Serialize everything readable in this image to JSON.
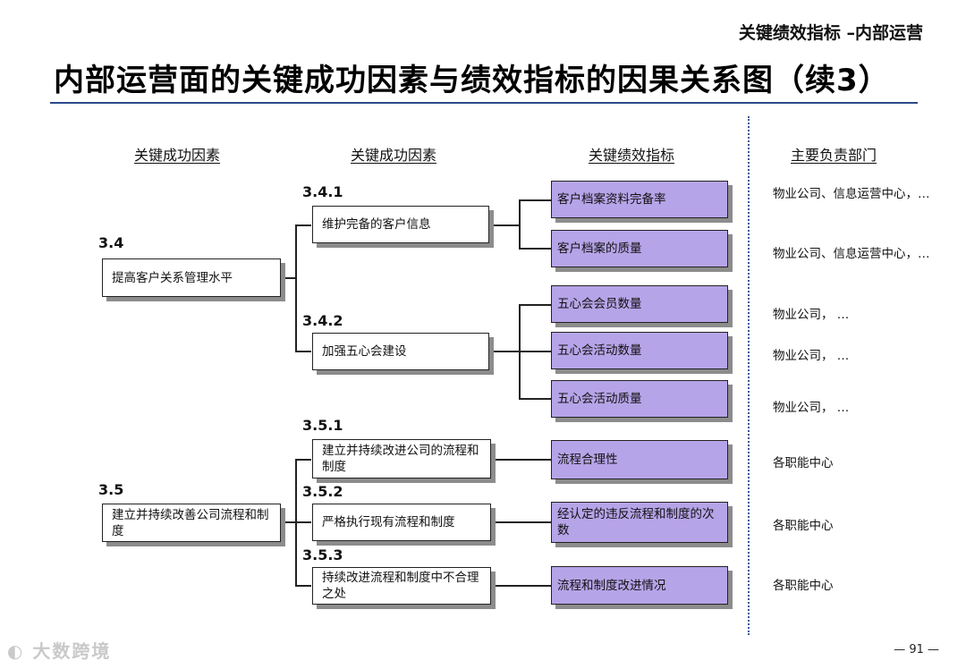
{
  "header": {
    "section_label": "关键绩效指标 –内部运营",
    "title": "内部运营面的关键成功因素与绩效指标的因果关系图（续3）"
  },
  "columns": {
    "col1": "关键成功因素",
    "col2": "关键成功因素",
    "col3": "关键绩效指标",
    "col4": "主要负责部门"
  },
  "factors": [
    {
      "num": "3.4",
      "label": "提高客户关系管理水平"
    },
    {
      "num": "3.5",
      "label": "建立并持续改善公司流程和制度"
    }
  ],
  "subfactors": [
    {
      "num": "3.4.1",
      "label": "维护完备的客户信息"
    },
    {
      "num": "3.4.2",
      "label": "加强五心会建设"
    },
    {
      "num": "3.5.1",
      "label": "建立并持续改进公司的流程和制度"
    },
    {
      "num": "3.5.2",
      "label": "严格执行现有流程和制度"
    },
    {
      "num": "3.5.3",
      "label": "持续改进流程和制度中不合理之处"
    }
  ],
  "kpis": [
    {
      "label": "客户档案资料完备率",
      "dept": "物业公司、信息运营中心，…"
    },
    {
      "label": "客户档案的质量",
      "dept": "物业公司、信息运营中心，…"
    },
    {
      "label": "五心会会员数量",
      "dept": "物业公司， …"
    },
    {
      "label": "五心会活动数量",
      "dept": "物业公司， …"
    },
    {
      "label": "五心会活动质量",
      "dept": "物业公司， …"
    },
    {
      "label": "流程合理性",
      "dept": "各职能中心"
    },
    {
      "label": "经认定的违反流程和制度的次数",
      "dept": "各职能中心"
    },
    {
      "label": "流程和制度改进情况",
      "dept": "各职能中心"
    }
  ],
  "footer": {
    "watermark": "大数跨境",
    "page_number": "— 91 —"
  },
  "colors": {
    "kpi_fill": "#b6a4e8",
    "title_rule": "#2b4a8a",
    "shadow": "#8c8c8c"
  }
}
